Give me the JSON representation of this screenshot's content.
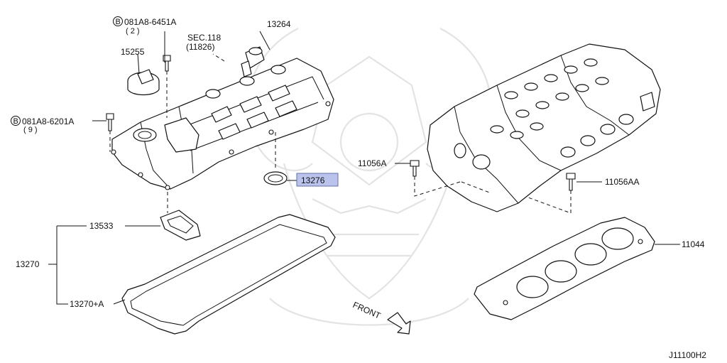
{
  "diagram": {
    "code": "J11100H2",
    "front_label": "FRONT",
    "highlight_color": "#b9c3ec",
    "labels": {
      "bolt_6451": "081A8-6451A",
      "bolt_6451_qty": "( 2 )",
      "bolt_6201": "081A8-6201A",
      "bolt_6201_qty": "( 9 )",
      "sec_ref": "SEC.118",
      "sec_ref_sub": "(11826)",
      "cover": "13264",
      "cap": "15255",
      "seal_ring": "13276",
      "gasket_small": "13533",
      "gasket_set": "13270",
      "gasket_large": "13270+A",
      "bolt_a": "11056A",
      "bolt_aa": "11056AA",
      "head_gasket": "11044"
    },
    "icons": {
      "bolt_prefix": "circled-b-icon"
    }
  }
}
